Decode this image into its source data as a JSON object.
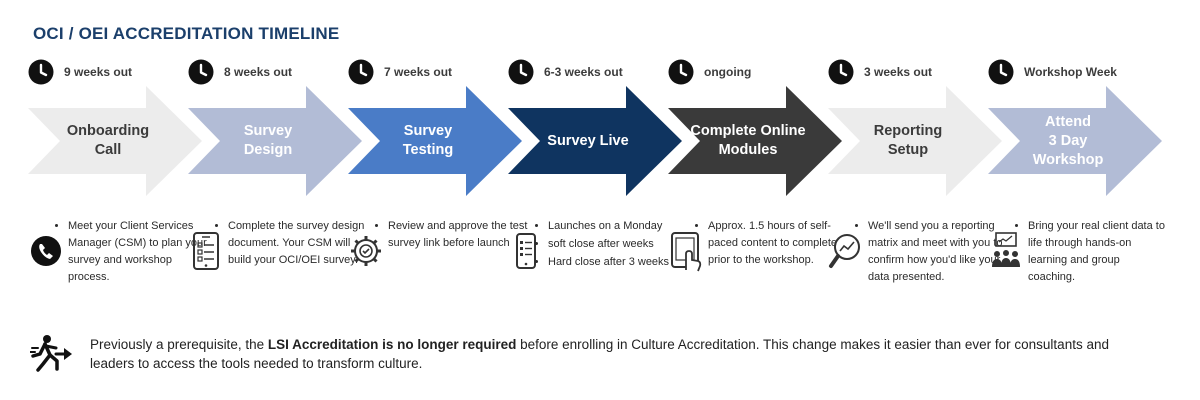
{
  "title": "OCI / OEI ACCREDITATION TIMELINE",
  "steps": [
    {
      "time": "9 weeks out",
      "title": "Onboarding\nCall",
      "fill": "#ececec",
      "text_color": "#3b3b3b",
      "icon": "phone-icon",
      "bullets": [
        "Meet your Client Services Manager (CSM) to plan your survey and workshop process."
      ]
    },
    {
      "time": "8 weeks out",
      "title": "Survey\nDesign",
      "fill": "#b2bcd6",
      "text_color": "#ffffff",
      "icon": "tablet-checklist-icon",
      "bullets": [
        "Complete the survey design document. Your CSM will build your OCI/OEI survey."
      ]
    },
    {
      "time": "7 weeks out",
      "title": "Survey\nTesting",
      "fill": "#4a7cc7",
      "text_color": "#ffffff",
      "icon": "gear-check-icon",
      "bullets": [
        "Review and approve the test survey link before launch"
      ]
    },
    {
      "time": "6-3 weeks out",
      "title": "Survey Live",
      "fill": "#0f3460",
      "text_color": "#ffffff",
      "icon": "mobile-survey-icon",
      "bullets": [
        "Launches on a Monday",
        "soft close after weeks",
        "Hard close after 3 weeks"
      ]
    },
    {
      "time": "ongoing",
      "title": "Complete Online\nModules",
      "fill": "#3a3a3a",
      "text_color": "#ffffff",
      "icon": "tablet-touch-icon",
      "bullets": [
        "Approx. 1.5 hours of self-paced content to complete prior to the workshop."
      ]
    },
    {
      "time": "3 weeks out",
      "title": "Reporting\nSetup",
      "fill": "#ececec",
      "text_color": "#3b3b3b",
      "icon": "magnifier-chart-icon",
      "bullets": [
        "We'll send you a reporting matrix and meet with you to confirm how you'd like your data presented."
      ]
    },
    {
      "time": "Workshop Week",
      "title": "Attend\n3 Day\nWorkshop",
      "fill": "#b2bcd6",
      "text_color": "#ffffff",
      "icon": "group-presentation-icon",
      "bullets": [
        "Bring your real client data to life through hands-on learning and group coaching."
      ]
    }
  ],
  "footer": {
    "icon": "runner-exit-icon",
    "text_before": "Previously a prerequisite, the ",
    "text_bold": "LSI Accreditation is no longer required",
    "text_after": " before enrolling in Culture Accreditation. This change makes it easier than ever for consultants and leaders to access the tools needed to transform culture."
  }
}
